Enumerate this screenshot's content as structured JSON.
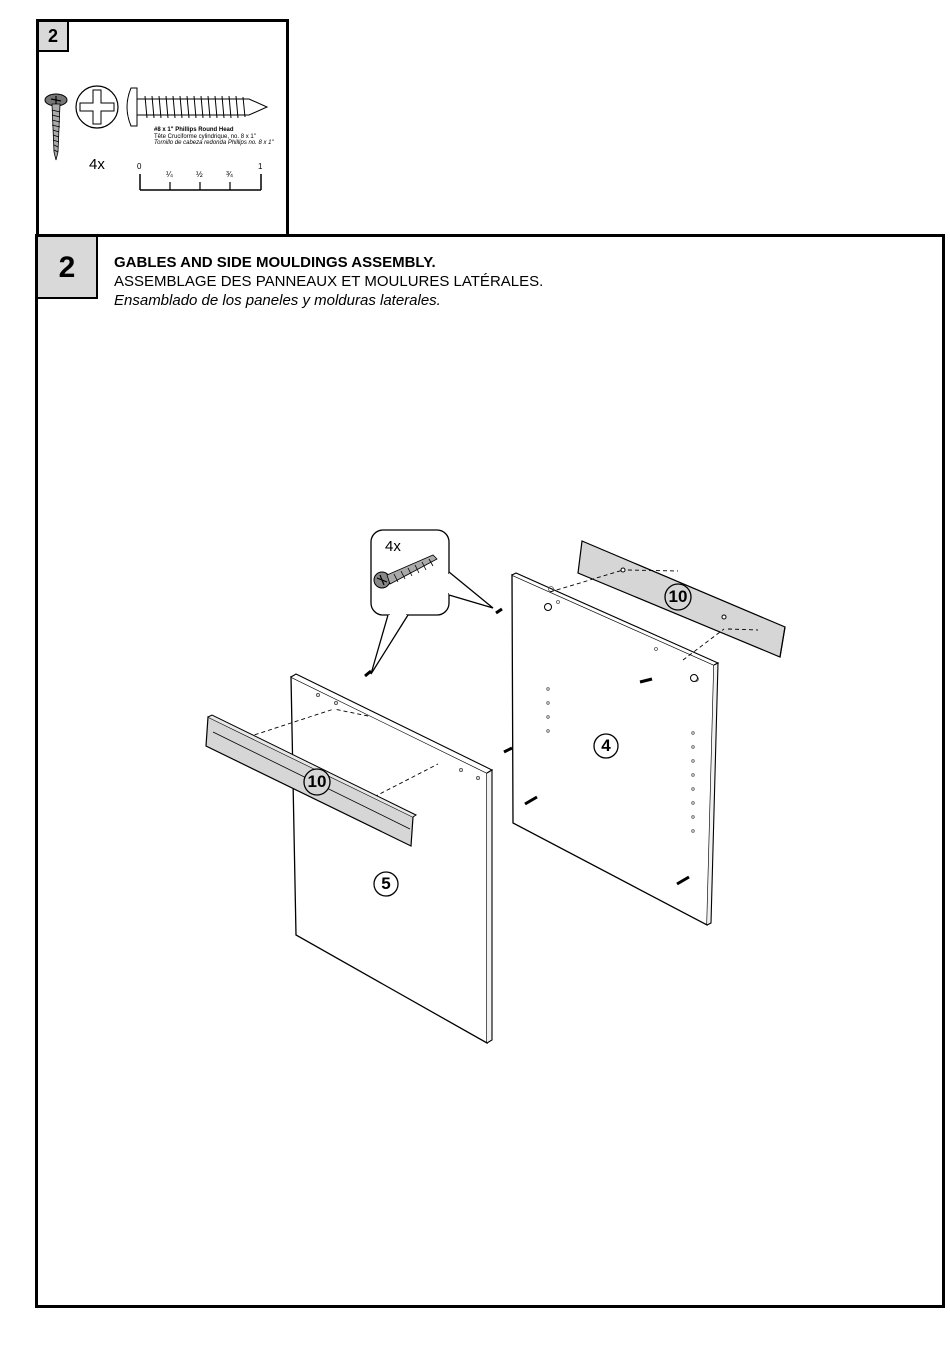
{
  "hardware": {
    "step_number": "2",
    "quantity": "4x",
    "description": [
      "#8 x 1\" Phillips Round Head",
      "Tête Cruciforme cylindrique, no. 8 x 1\"",
      "Tornillo de cabeza redonda Phillips no. 8 x 1\""
    ],
    "scale_labels": [
      "0",
      "¼",
      "½",
      "¾",
      "1"
    ],
    "icons": [
      "screw-icon",
      "phillips-head-icon",
      "screw-profile-icon",
      "ruler-scale-icon"
    ]
  },
  "step": {
    "number": "2",
    "title_en": "GABLES AND SIDE MOULDINGS ASSEMBLY.",
    "title_fr": "ASSEMBLAGE DES PANNEAUX ET MOULURES LATÉRALES.",
    "title_es": "Ensamblado de los paneles y molduras laterales."
  },
  "diagram": {
    "callout_quantity": "4x",
    "parts": {
      "right_gable": "4",
      "left_gable": "5",
      "moulding_right": "10",
      "moulding_left": "10"
    }
  },
  "colors": {
    "step_badge": "#d9d9d9",
    "moulding": "#d6d6d6",
    "panel": "#ffffff"
  }
}
